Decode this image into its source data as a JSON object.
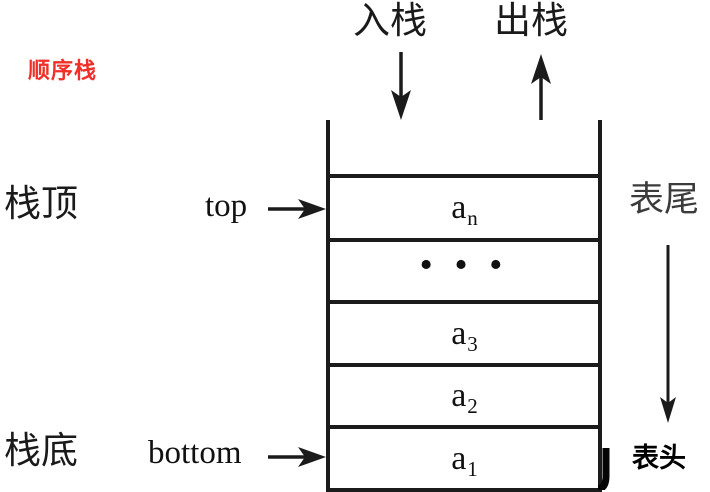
{
  "diagram": {
    "title": "顺序栈",
    "title_color": "#ef2f28",
    "operations": {
      "push_label": "入栈",
      "pop_label": "出栈"
    },
    "pointers": {
      "top_cn": "栈顶",
      "top_en": "top",
      "bottom_cn": "栈底",
      "bottom_en": "bottom"
    },
    "side_labels": {
      "tail": "表尾",
      "head": "表头"
    },
    "cells": [
      {
        "id": "empty-top",
        "base": "",
        "sub": "",
        "type": "empty"
      },
      {
        "id": "an",
        "base": "a",
        "sub": "n",
        "type": "element"
      },
      {
        "id": "gap",
        "base": "• • •",
        "sub": "",
        "type": "ellipsis"
      },
      {
        "id": "a3",
        "base": "a",
        "sub": "3",
        "type": "element"
      },
      {
        "id": "a2",
        "base": "a",
        "sub": "2",
        "type": "element"
      },
      {
        "id": "a1",
        "base": "a",
        "sub": "1",
        "type": "element"
      }
    ],
    "arrows": {
      "push_direction": "down",
      "pop_direction": "up",
      "tail_direction": "down",
      "top_pointer_direction": "right",
      "bottom_pointer_direction": "right"
    },
    "colors": {
      "line": "#1b1b1b",
      "text": "#111111",
      "accent_red": "#ef2f28",
      "background": "#ffffff"
    }
  }
}
